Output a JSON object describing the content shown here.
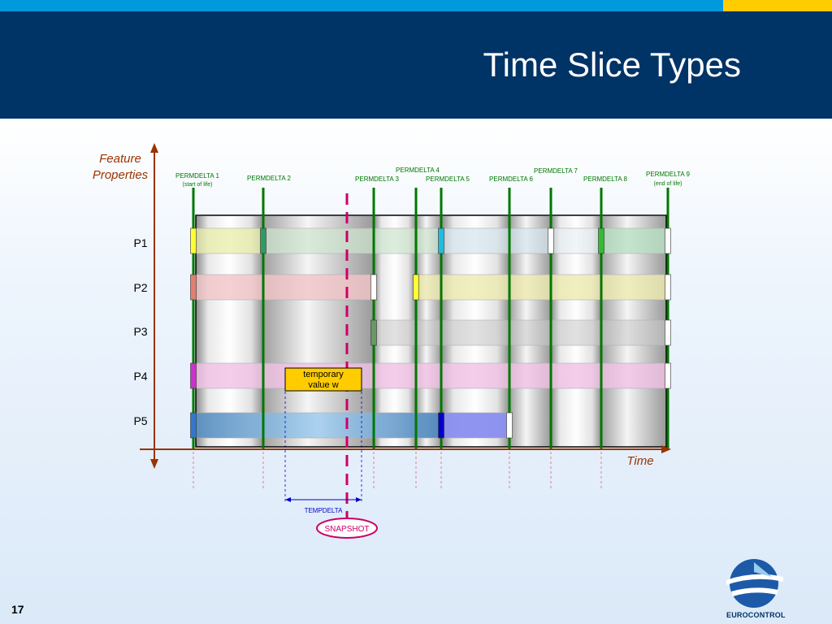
{
  "slide": {
    "title": "Time Slice Types",
    "page_number": "17",
    "logo_text": "EUROCONTROL"
  },
  "axes": {
    "y_label_line1": "Feature",
    "y_label_line2": "Properties",
    "x_label": "Time"
  },
  "properties": [
    "P1",
    "P2",
    "P3",
    "P4",
    "P5"
  ],
  "permdeltas": [
    {
      "id": "pd1",
      "label": "PERMDELTA 1",
      "sub": "(start of life)"
    },
    {
      "id": "pd2",
      "label": "PERMDELTA 2",
      "sub": ""
    },
    {
      "id": "pd3",
      "label": "PERMDELTA 3",
      "sub": ""
    },
    {
      "id": "pd4",
      "label": "PERMDELTA 4",
      "sub": ""
    },
    {
      "id": "pd5",
      "label": "PERMDELTA 5",
      "sub": ""
    },
    {
      "id": "pd6",
      "label": "PERMDELTA 6",
      "sub": ""
    },
    {
      "id": "pd7",
      "label": "PERMDELTA 7",
      "sub": ""
    },
    {
      "id": "pd8",
      "label": "PERMDELTA 8",
      "sub": ""
    },
    {
      "id": "pd9",
      "label": "PERMDELTA 9",
      "sub": "(end of life)"
    }
  ],
  "temporary_box": {
    "line1": "temporary",
    "line2": "value w"
  },
  "tempdelta_label": "TEMPDELTA",
  "snapshot_label": "SNAPSHOT",
  "colors": {
    "header": "#003366",
    "stripe_blue": "#0099dd",
    "stripe_yellow": "#ffcc00",
    "permdelta_line": "#007700",
    "axis": "#993300",
    "snapshot": "#cc0066",
    "tempdelta": "#0000cc"
  }
}
